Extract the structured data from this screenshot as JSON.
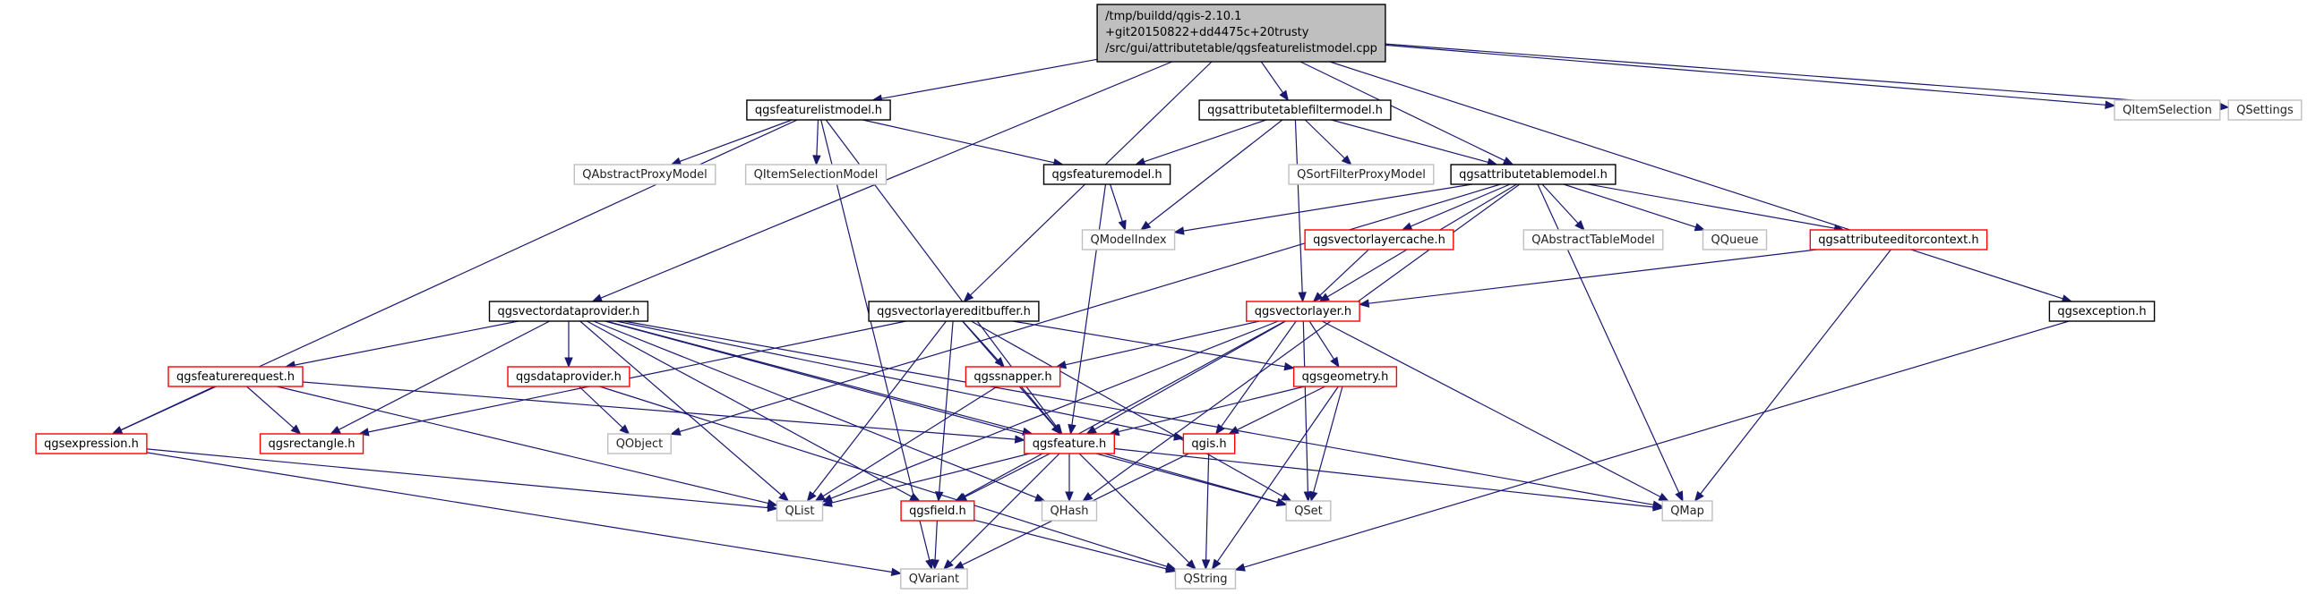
{
  "diagram": {
    "root": {
      "lines": [
        "/tmp/buildd/qgis-2.10.1",
        "+git20150822+dd4475c+20trusty",
        "/src/gui/attributetable/qgsfeaturelistmodel.cpp"
      ]
    },
    "colors": {
      "edge": "#191970",
      "root_fill": "#bfbfbf",
      "border_documented": "#000000",
      "border_partial": "#ff0000",
      "border_external": "#bfbfbf"
    },
    "nodes": [
      {
        "id": "root",
        "kind": "root"
      },
      {
        "id": "qgsfeaturelistmodel_h",
        "label": "qgsfeaturelistmodel.h",
        "kind": "documented"
      },
      {
        "id": "qgsattributetablefiltermodel_h",
        "label": "qgsattributetablefiltermodel.h",
        "kind": "documented"
      },
      {
        "id": "QItemSelection",
        "label": "QItemSelection",
        "kind": "external"
      },
      {
        "id": "QSettings",
        "label": "QSettings",
        "kind": "external"
      },
      {
        "id": "QAbstractProxyModel",
        "label": "QAbstractProxyModel",
        "kind": "external"
      },
      {
        "id": "QItemSelectionModel",
        "label": "QItemSelectionModel",
        "kind": "external"
      },
      {
        "id": "qgsfeaturemodel_h",
        "label": "qgsfeaturemodel.h",
        "kind": "documented"
      },
      {
        "id": "QSortFilterProxyModel",
        "label": "QSortFilterProxyModel",
        "kind": "external"
      },
      {
        "id": "qgsattributetablemodel_h",
        "label": "qgsattributetablemodel.h",
        "kind": "documented"
      },
      {
        "id": "QModelIndex",
        "label": "QModelIndex",
        "kind": "external"
      },
      {
        "id": "qgsvectorlayercache_h",
        "label": "qgsvectorlayercache.h",
        "kind": "partial"
      },
      {
        "id": "QAbstractTableModel",
        "label": "QAbstractTableModel",
        "kind": "external"
      },
      {
        "id": "QQueue",
        "label": "QQueue",
        "kind": "external"
      },
      {
        "id": "qgsattributeeditorcontext_h",
        "label": "qgsattributeeditorcontext.h",
        "kind": "partial"
      },
      {
        "id": "qgsvectordataprovider_h",
        "label": "qgsvectordataprovider.h",
        "kind": "documented"
      },
      {
        "id": "qgsvectorlayereditbuffer_h",
        "label": "qgsvectorlayereditbuffer.h",
        "kind": "documented"
      },
      {
        "id": "qgsvectorlayer_h",
        "label": "qgsvectorlayer.h",
        "kind": "partial"
      },
      {
        "id": "qgsexception_h",
        "label": "qgsexception.h",
        "kind": "documented"
      },
      {
        "id": "qgsfeaturerequest_h",
        "label": "qgsfeaturerequest.h",
        "kind": "partial"
      },
      {
        "id": "qgsdataprovider_h",
        "label": "qgsdataprovider.h",
        "kind": "partial"
      },
      {
        "id": "qgssnapper_h",
        "label": "qgssnapper.h",
        "kind": "partial"
      },
      {
        "id": "qgsgeometry_h",
        "label": "qgsgeometry.h",
        "kind": "partial"
      },
      {
        "id": "qgsexpression_h",
        "label": "qgsexpression.h",
        "kind": "partial"
      },
      {
        "id": "qgsrectangle_h",
        "label": "qgsrectangle.h",
        "kind": "partial"
      },
      {
        "id": "QObject",
        "label": "QObject",
        "kind": "external"
      },
      {
        "id": "qgsfeature_h",
        "label": "qgsfeature.h",
        "kind": "partial"
      },
      {
        "id": "qgis_h",
        "label": "qgis.h",
        "kind": "partial"
      },
      {
        "id": "QList",
        "label": "QList",
        "kind": "external"
      },
      {
        "id": "qgsfield_h",
        "label": "qgsfield.h",
        "kind": "partial"
      },
      {
        "id": "QHash",
        "label": "QHash",
        "kind": "external"
      },
      {
        "id": "QSet",
        "label": "QSet",
        "kind": "external"
      },
      {
        "id": "QMap",
        "label": "QMap",
        "kind": "external"
      },
      {
        "id": "QVariant",
        "label": "QVariant",
        "kind": "external"
      },
      {
        "id": "QString",
        "label": "QString",
        "kind": "external"
      }
    ],
    "edges": [
      [
        "root",
        "qgsfeaturelistmodel_h"
      ],
      [
        "root",
        "qgsattributetablefiltermodel_h"
      ],
      [
        "root",
        "QItemSelection"
      ],
      [
        "root",
        "QSettings"
      ],
      [
        "root",
        "qgsattributetablemodel_h"
      ],
      [
        "root",
        "qgsvectordataprovider_h"
      ],
      [
        "root",
        "qgsvectorlayereditbuffer_h"
      ],
      [
        "root",
        "qgsexception_h"
      ],
      [
        "qgsfeaturelistmodel_h",
        "QAbstractProxyModel"
      ],
      [
        "qgsfeaturelistmodel_h",
        "QItemSelectionModel"
      ],
      [
        "qgsfeaturelistmodel_h",
        "qgsfeaturemodel_h"
      ],
      [
        "qgsfeaturelistmodel_h",
        "qgsexpression_h"
      ],
      [
        "qgsfeaturelistmodel_h",
        "qgsfeature_h"
      ],
      [
        "qgsfeaturelistmodel_h",
        "QVariant"
      ],
      [
        "qgsattributetablefiltermodel_h",
        "qgsfeaturemodel_h"
      ],
      [
        "qgsattributetablefiltermodel_h",
        "QModelIndex"
      ],
      [
        "qgsattributetablefiltermodel_h",
        "QSortFilterProxyModel"
      ],
      [
        "qgsattributetablefiltermodel_h",
        "qgsattributetablemodel_h"
      ],
      [
        "qgsattributetablefiltermodel_h",
        "qgsvectorlayer_h"
      ],
      [
        "qgsfeaturemodel_h",
        "QModelIndex"
      ],
      [
        "qgsfeaturemodel_h",
        "qgsfeature_h"
      ],
      [
        "qgsattributetablemodel_h",
        "QModelIndex"
      ],
      [
        "qgsattributetablemodel_h",
        "qgsvectorlayercache_h"
      ],
      [
        "qgsattributetablemodel_h",
        "QAbstractTableModel"
      ],
      [
        "qgsattributetablemodel_h",
        "QQueue"
      ],
      [
        "qgsattributetablemodel_h",
        "qgsattributeeditorcontext_h"
      ],
      [
        "qgsattributetablemodel_h",
        "qgsvectorlayer_h"
      ],
      [
        "qgsattributetablemodel_h",
        "QObject"
      ],
      [
        "qgsattributetablemodel_h",
        "QHash"
      ],
      [
        "qgsattributetablemodel_h",
        "QMap"
      ],
      [
        "qgsvectorlayercache_h",
        "qgsvectorlayer_h"
      ],
      [
        "qgsattributeeditorcontext_h",
        "qgsvectorlayer_h"
      ],
      [
        "qgsattributeeditorcontext_h",
        "QMap"
      ],
      [
        "qgsexception_h",
        "QString"
      ],
      [
        "qgsvectordataprovider_h",
        "qgsfeaturerequest_h"
      ],
      [
        "qgsvectordataprovider_h",
        "qgsdataprovider_h"
      ],
      [
        "qgsvectordataprovider_h",
        "qgsrectangle_h"
      ],
      [
        "qgsvectordataprovider_h",
        "qgsfeature_h"
      ],
      [
        "qgsvectordataprovider_h",
        "qgis_h"
      ],
      [
        "qgsvectordataprovider_h",
        "QList"
      ],
      [
        "qgsvectordataprovider_h",
        "qgsfield_h"
      ],
      [
        "qgsvectordataprovider_h",
        "QHash"
      ],
      [
        "qgsvectordataprovider_h",
        "QSet"
      ],
      [
        "qgsvectordataprovider_h",
        "QMap"
      ],
      [
        "qgsvectorlayereditbuffer_h",
        "qgssnapper_h"
      ],
      [
        "qgsvectorlayereditbuffer_h",
        "qgsgeometry_h"
      ],
      [
        "qgsvectorlayereditbuffer_h",
        "qgsrectangle_h"
      ],
      [
        "qgsvectorlayereditbuffer_h",
        "qgsfeature_h"
      ],
      [
        "qgsvectorlayereditbuffer_h",
        "QList"
      ],
      [
        "qgsvectorlayereditbuffer_h",
        "qgsfield_h"
      ],
      [
        "qgsvectorlayereditbuffer_h",
        "QSet"
      ],
      [
        "qgsvectorlayer_h",
        "qgssnapper_h"
      ],
      [
        "qgsvectorlayer_h",
        "qgsgeometry_h"
      ],
      [
        "qgsvectorlayer_h",
        "qgsfeature_h"
      ],
      [
        "qgsvectorlayer_h",
        "qgis_h"
      ],
      [
        "qgsvectorlayer_h",
        "QList"
      ],
      [
        "qgsvectorlayer_h",
        "qgsfield_h"
      ],
      [
        "qgsvectorlayer_h",
        "QSet"
      ],
      [
        "qgsvectorlayer_h",
        "QMap"
      ],
      [
        "qgsfeaturerequest_h",
        "qgsexpression_h"
      ],
      [
        "qgsfeaturerequest_h",
        "qgsrectangle_h"
      ],
      [
        "qgsfeaturerequest_h",
        "qgsfeature_h"
      ],
      [
        "qgsfeaturerequest_h",
        "QList"
      ],
      [
        "qgsdataprovider_h",
        "QObject"
      ],
      [
        "qgsdataprovider_h",
        "QString"
      ],
      [
        "qgssnapper_h",
        "qgsfeature_h"
      ],
      [
        "qgssnapper_h",
        "QList"
      ],
      [
        "qgsgeometry_h",
        "qgsfeature_h"
      ],
      [
        "qgsgeometry_h",
        "qgis_h"
      ],
      [
        "qgsgeometry_h",
        "QSet"
      ],
      [
        "qgsgeometry_h",
        "QString"
      ],
      [
        "qgsexpression_h",
        "QList"
      ],
      [
        "qgsexpression_h",
        "QVariant"
      ],
      [
        "qgsfeature_h",
        "QList"
      ],
      [
        "qgsfeature_h",
        "qgsfield_h"
      ],
      [
        "qgsfeature_h",
        "QHash"
      ],
      [
        "qgsfeature_h",
        "QSet"
      ],
      [
        "qgsfeature_h",
        "QMap"
      ],
      [
        "qgsfeature_h",
        "QVariant"
      ],
      [
        "qgsfeature_h",
        "QString"
      ],
      [
        "qgis_h",
        "QVariant"
      ],
      [
        "qgis_h",
        "QString"
      ],
      [
        "qgsfield_h",
        "QVariant"
      ],
      [
        "qgsfield_h",
        "QString"
      ]
    ]
  }
}
